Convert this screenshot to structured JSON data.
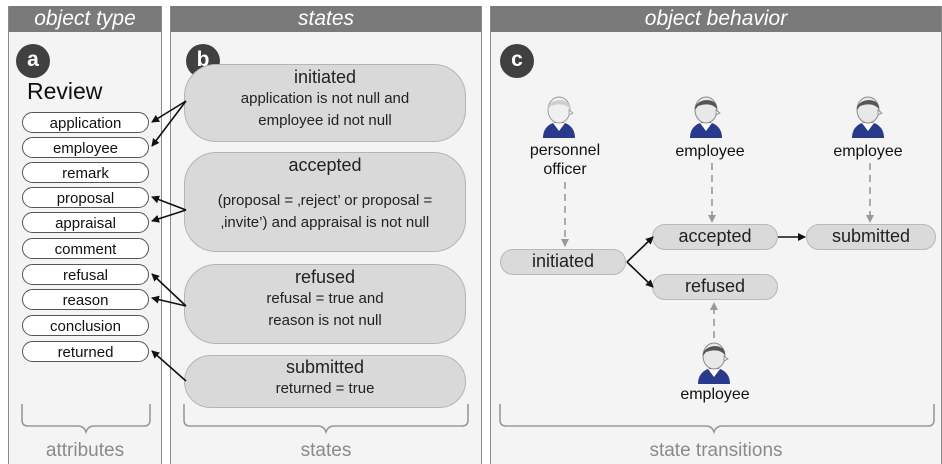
{
  "headers": {
    "object_type": "object type",
    "states": "states",
    "object_behavior": "object behavior"
  },
  "badges": {
    "a": "a",
    "b": "b",
    "c": "c"
  },
  "object": {
    "name": "Review"
  },
  "attributes": [
    "application",
    "employee",
    "remark",
    "proposal",
    "appraisal",
    "comment",
    "refusal",
    "reason",
    "conclusion",
    "returned"
  ],
  "states": [
    {
      "name": "initiated",
      "condition_line1": "application is not null and",
      "condition_line2": "employee id not null"
    },
    {
      "name": "accepted",
      "condition_line1": "(proposal = ‚reject’ or proposal =",
      "condition_line2": "‚invite’) and appraisal is not null"
    },
    {
      "name": "refused",
      "condition_line1": "refusal = true and",
      "condition_line2": "reason is not null"
    },
    {
      "name": "submitted",
      "condition_line1": "returned = true"
    }
  ],
  "behavior": {
    "actors": {
      "personnel_officer_line1": "personnel",
      "personnel_officer_line2": "officer",
      "employee_accepted": "employee",
      "employee_submitted": "employee",
      "employee_refused": "employee"
    },
    "states": {
      "initiated": "initiated",
      "accepted": "accepted",
      "refused": "refused",
      "submitted": "submitted"
    }
  },
  "footers": {
    "attributes": "attributes",
    "states": "states",
    "state_transitions": "state transitions"
  },
  "colors": {
    "header_bg": "#7a7a7a",
    "panel_bg": "#f4f4f4",
    "state_fill": "#d9d9d9",
    "badge": "#404040",
    "person_shirt": "#2a3a8a"
  }
}
